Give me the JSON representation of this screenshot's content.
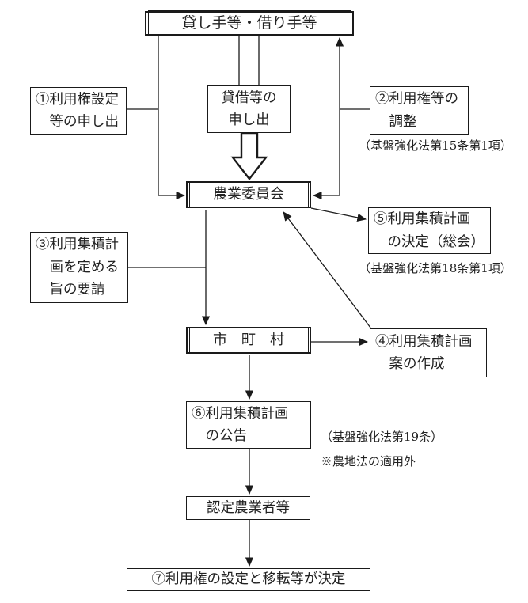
{
  "diagram": {
    "nodes": {
      "lenders": {
        "label": "貸し手等・借り手等"
      },
      "application": {
        "lines": [
          "①利用権設定",
          "等の申し出"
        ]
      },
      "lease_application": {
        "lines": [
          "貸借等の",
          "申し出"
        ]
      },
      "adjustment": {
        "lines": [
          "②利用権等の",
          "調整"
        ],
        "caption": "（基盤強化法第15条第1項）"
      },
      "committee": {
        "label": "農業委員会"
      },
      "request": {
        "lines": [
          "③利用集積計",
          "画を定める",
          "旨の要請"
        ]
      },
      "plan_decision": {
        "lines": [
          "⑤利用集積計画",
          "の決定（総会）"
        ],
        "caption": "（基盤強化法第18条第1項）"
      },
      "municipality": {
        "label": "市　町　村"
      },
      "plan_draft": {
        "lines": [
          "④利用集積計画",
          "案の作成"
        ]
      },
      "announcement": {
        "lines": [
          "⑥利用集積計画",
          "の公告"
        ],
        "caption": "（基盤強化法第19条）",
        "note": "※農地法の適用外"
      },
      "certified_farmers": {
        "label": "認定農業者等"
      },
      "result": {
        "label": "⑦利用権の設定と移転等が決定"
      }
    },
    "colors": {
      "line": "#1a1a1a",
      "background": "#ffffff",
      "text": "#222222"
    }
  }
}
